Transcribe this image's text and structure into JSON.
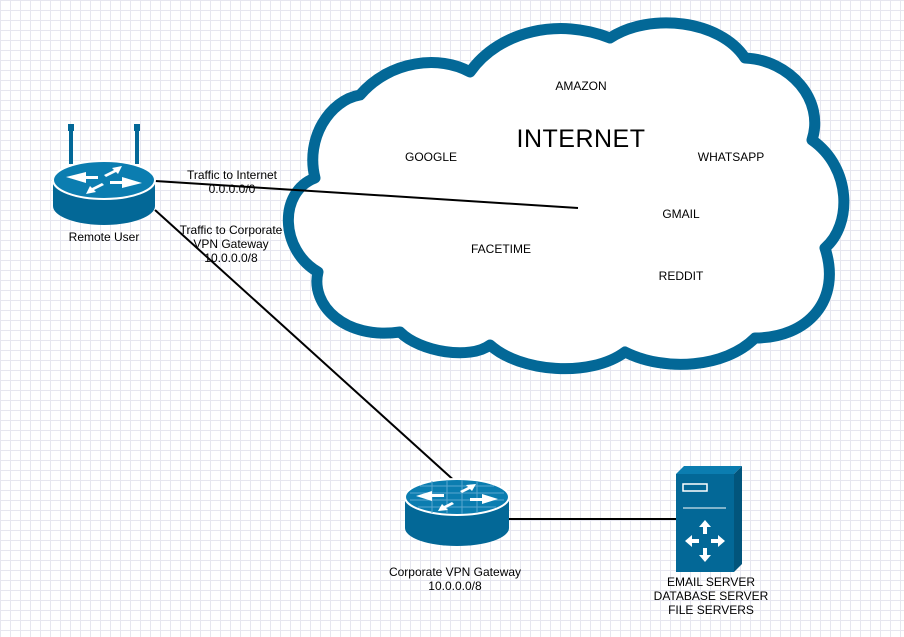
{
  "cloud": {
    "title": "INTERNET",
    "sites": [
      "AMAZON",
      "GOOGLE",
      "WHATSAPP",
      "GMAIL",
      "FACETIME",
      "REDDIT"
    ]
  },
  "remote_user": {
    "label": "Remote User"
  },
  "links": {
    "internet": {
      "line1": "Traffic to Internet",
      "line2": "0.0.0.0/0"
    },
    "corporate": {
      "line1": "Traffic to Corporate",
      "line2": "VPN Gateway",
      "line3": "10.0.0.0/8"
    }
  },
  "gateway": {
    "line1": "Corporate VPN Gateway",
    "line2": "10.0.0.0/8"
  },
  "server": {
    "line1": "EMAIL SERVER",
    "line2": "DATABASE SERVER",
    "line3": "FILE SERVERS"
  },
  "colors": {
    "primary": "#036897",
    "line": "#000000",
    "grid": "#e6e6ef"
  }
}
